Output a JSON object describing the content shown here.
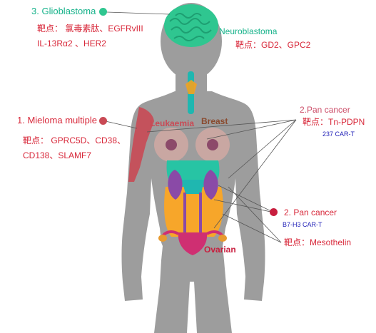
{
  "colors": {
    "body_gray": "#9d9d9d",
    "brain_green": "#2fc690",
    "teal_label": "#16b28a",
    "red_label": "#d8283a",
    "pink_label": "#cc4d68",
    "blue_label": "#2323b8",
    "liver_orange": "#f7a62a",
    "organ_teal": "#27c4a4",
    "organ_purple": "#8a4aa7",
    "uterus_pink": "#cf2f72"
  },
  "labels": {
    "glioblastoma": {
      "title": "3. Glioblastoma",
      "targets_line1": "靶点： 氯毒素肽、EGFRvIII",
      "targets_line2": "IL-13Rα2 、HER2"
    },
    "neuroblastoma": {
      "title": "Neuroblastoma",
      "targets": "靶点：GD2、GPC2"
    },
    "mieloma": {
      "title": "1. Mieloma multiple",
      "targets_line1": "靶点： GPRC5D、CD38、",
      "targets_line2": "CD138、SLAMF7"
    },
    "pan_cancer_top": {
      "title": "2.Pan cancer",
      "targets": "靶点：Tn-PDPN",
      "car": "237 CAR-T"
    },
    "pan_cancer_bottom": {
      "title": "2. Pan cancer",
      "car": "B7-H3 CAR-T"
    },
    "mesothelin": "靶点：Mesothelin",
    "organs": {
      "leukaemia": "Leukaemia",
      "breast": "Breast",
      "ovarian": "Ovarian"
    }
  }
}
